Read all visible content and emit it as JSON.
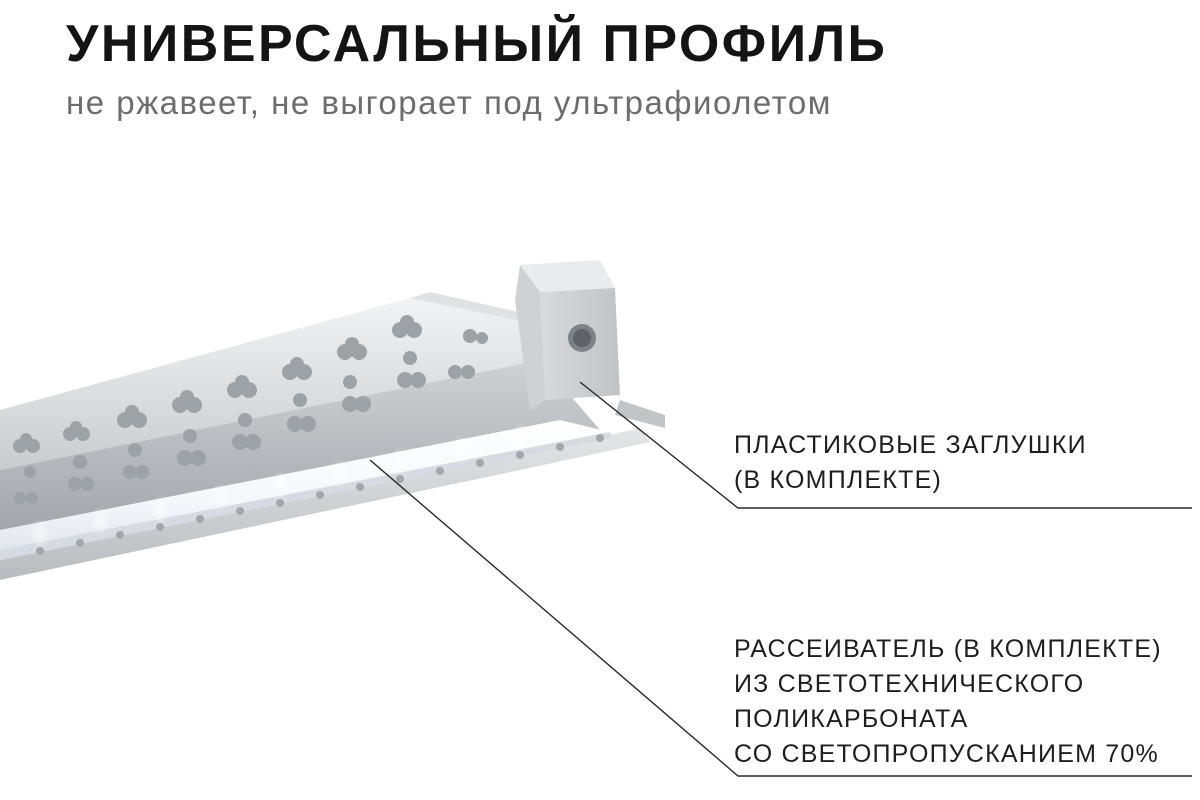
{
  "header": {
    "title": "УНИВЕРСАЛЬНЫЙ ПРОФИЛЬ",
    "subtitle": "не ржавеет, не выгорает под ультрафиолетом"
  },
  "callouts": {
    "end_caps": {
      "lines": [
        "ПЛАСТИКОВЫЕ ЗАГЛУШКИ",
        "(В КОМПЛЕКТЕ)"
      ]
    },
    "diffuser": {
      "lines": [
        "РАССЕИВАТЕЛЬ (В КОМПЛЕКТЕ)",
        "ИЗ СВЕТОТЕХНИЧЕСКОГО",
        "ПОЛИКАРБОНАТА",
        "СО СВЕТОПРОПУСКАНИЕМ 70%"
      ]
    }
  },
  "colors": {
    "title": "#141414",
    "subtitle": "#6d6d6d",
    "leader_line": "#2a2a2a",
    "aluminum_light": "#e6e8ea",
    "aluminum_dark": "#a9adb1",
    "diffuser_glow": "#ffffff"
  }
}
